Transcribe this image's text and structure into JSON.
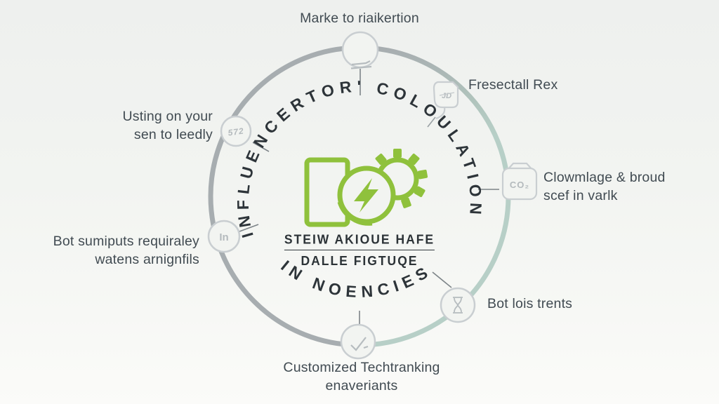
{
  "colors": {
    "background": "#f2f4f1",
    "accent_green": "#8fc13c",
    "arc_gray": "#a7adb0",
    "arc_teal": "#b7cfc7",
    "node_stroke": "#c9ced1",
    "icon_gray": "#b6bcbf",
    "text_dark": "#414b52",
    "curved_text": "#2d3439"
  },
  "ring": {
    "arc_text_top": "INFLUENCERTOR'   COLOULATION",
    "arc_text_bottom": "IN NOENCIES"
  },
  "center_logo": {
    "title_line1": "STEIW AKIOUE HAFE",
    "title_line2": "DALLE FIGTUQE"
  },
  "labels": {
    "top": "Marke to riaikertion",
    "speech": "Fresectall Rex",
    "package_line1": "Clowmlage & broud",
    "package_line2": "scef in varlk",
    "hourglass": "Bot lois trents",
    "check_line1": "Customized Techtranking",
    "check_line2": "enaveriants",
    "pen_line1": "Usting on your",
    "pen_line2": "sen to leedly",
    "in_line1": "Bot sumiputs requiraley",
    "in_line2": "watens arnignfils"
  },
  "node_glyphs": {
    "speech": "JD",
    "package": "CO₂",
    "pen": "572",
    "in": "In"
  }
}
